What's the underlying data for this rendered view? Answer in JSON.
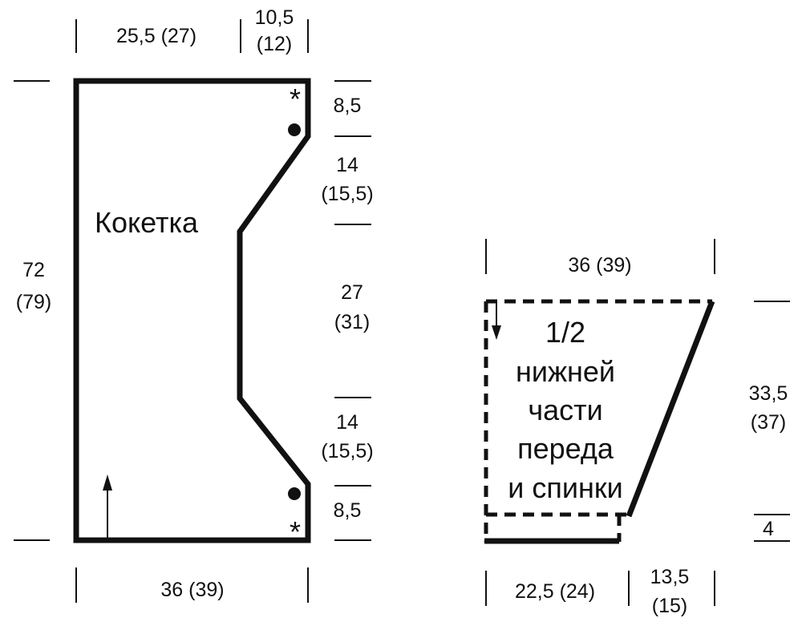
{
  "yoke": {
    "label": "Кокетка",
    "dims": {
      "top_left": "25,5  (27)",
      "top_right_a": "10,5",
      "top_right_b": "(12)",
      "height_a": "72",
      "height_b": "(79)",
      "right_1": "8,5",
      "right_2a": "14",
      "right_2b": "(15,5)",
      "right_3a": "27",
      "right_3b": "(31)",
      "right_4a": "14",
      "right_4b": "(15,5)",
      "right_5": "8,5",
      "bottom": "36  (39)"
    },
    "marks": {
      "asterisk": "*"
    }
  },
  "lower": {
    "label_lines": [
      "1/2",
      "нижней",
      "части",
      "переда",
      "и спинки"
    ],
    "dims": {
      "top": "36  (39)",
      "right_a": "33,5",
      "right_b": "(37)",
      "right_small": "4",
      "bottom_left": "22,5  (24)",
      "bottom_right_a": "13,5",
      "bottom_right_b": "(15)"
    }
  }
}
